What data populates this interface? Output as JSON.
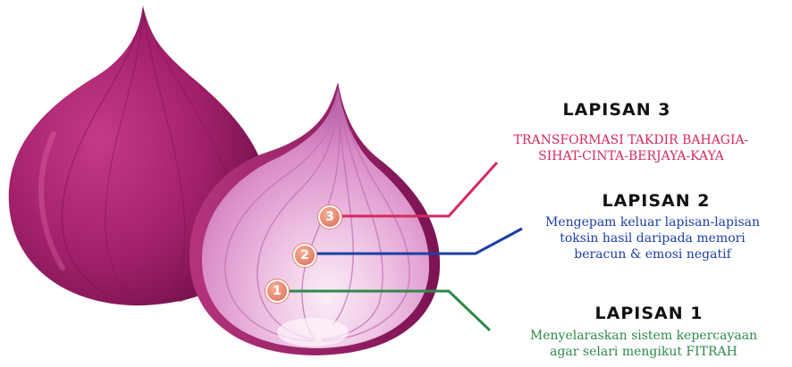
{
  "colors": {
    "layer3": "#d42a5c",
    "layer2": "#1b3fa3",
    "layer1": "#2e8a4a",
    "onion_dark": "#9b1a62",
    "onion_light": "#e7a9d9"
  },
  "badges": [
    "3",
    "2",
    "1"
  ],
  "layers": [
    {
      "title": "LAPISAN 3",
      "lines": [
        "TRANSFORMASI TAKDIR BAHAGIA-",
        "SIHAT-CINTA-BERJAYA-KAYA"
      ]
    },
    {
      "title": "LAPISAN 2",
      "lines": [
        "Mengepam keluar lapisan-lapisan",
        "toksin hasil daripada memori",
        "beracun & emosi negatif"
      ]
    },
    {
      "title": "LAPISAN 1",
      "lines": [
        "Menyelaraskan sistem kepercayaan",
        "agar selari mengikut FITRAH"
      ]
    }
  ]
}
